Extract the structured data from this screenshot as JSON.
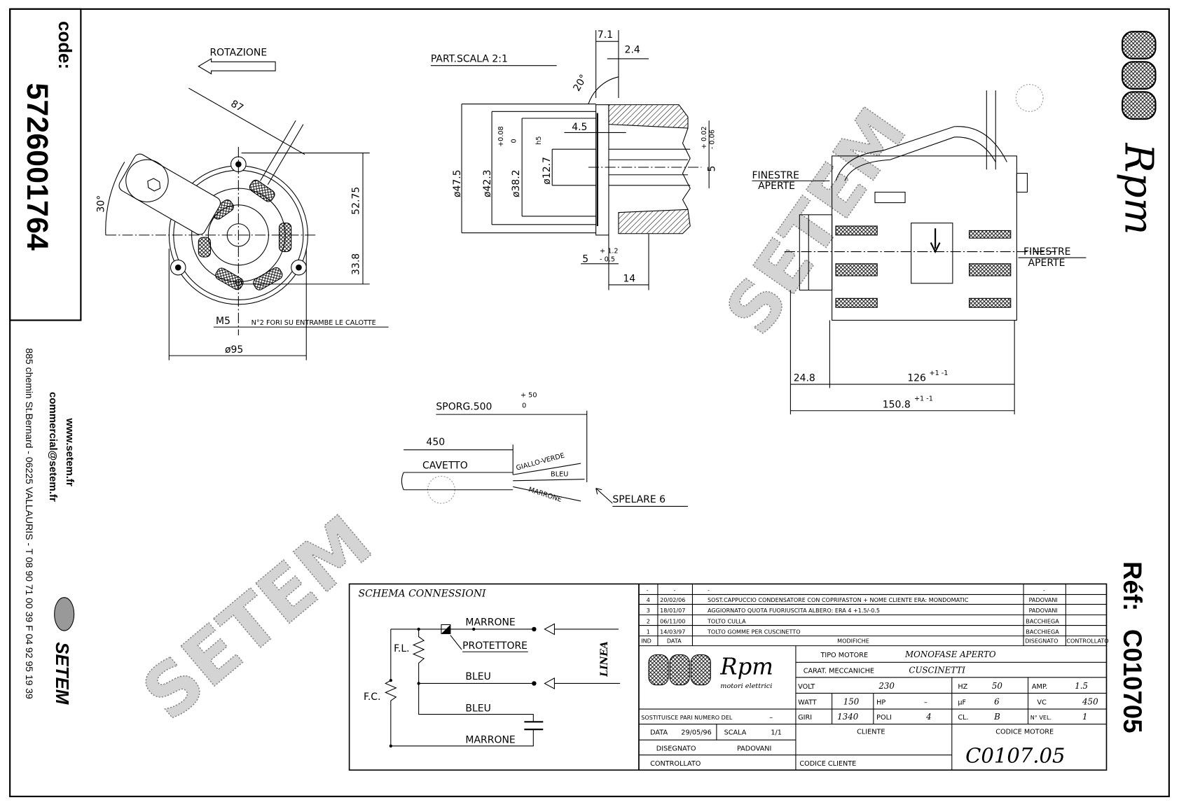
{
  "code_box": {
    "label": "code:",
    "value": "5726001764"
  },
  "contact": {
    "website": "www.setem.fr",
    "email": "commercial@setem.fr",
    "address": "885 chemin St.Bernard  -  06225 VALLAURIS  -  T 08 90 71 00 39   F 04 92 95 19 39"
  },
  "brand": {
    "setem": "SETEM",
    "rpm": "Rpm",
    "rpm_sub": "motori elettrici",
    "watermark": "SETEM"
  },
  "reference": {
    "label": "Réf:",
    "value": "C010705"
  },
  "front_view": {
    "rotation": "ROTAZIONE",
    "dim_87": "87",
    "angle_30": "30°",
    "dim_52_75": "52.75",
    "dim_33_8": "33.8",
    "diameter_95": "ø95",
    "thread": "M5",
    "note": "N°2 FORI SU ENTRAMBE LE CALOTTE"
  },
  "detail": {
    "title": "PART.SCALA 2:1",
    "dim_7_1": "7.1",
    "dim_2_4": "2.4",
    "angle_20": "20°",
    "dim_4_5": "4.5",
    "d47_5": "ø47.5",
    "d42_3": "ø42.3",
    "d38_2": "ø38.2",
    "d38_tol_plus": "+0.08",
    "d38_tol_minus": "0",
    "d12_7": "ø12.7",
    "d12_fit": "h5",
    "tol_plus_002": "+ 0.02",
    "tol_minus_006": "- 0.06",
    "dim_5_key": "5",
    "dim_5": "5",
    "tol_plus_1_2": "+ 1.2",
    "tol_minus_0_5": "- 0.5",
    "dim_14": "14"
  },
  "side_view": {
    "windows_left_1": "FINESTRE",
    "windows_left_2": "APERTE",
    "windows_right_1": "FINESTRE",
    "windows_right_2": "APERTE",
    "dim_24_8": "24.8",
    "dim_126": "126",
    "dim_126_tol": "+1 -1",
    "dim_150_8": "150.8",
    "dim_150_8_tol": "+1 -1"
  },
  "cable": {
    "sporg": "SPORG.500",
    "sporg_tol_plus": "+ 50",
    "sporg_tol_minus": "0",
    "length": "450",
    "cable": "CAVETTO",
    "wire_gv": "GIALLO-VERDE",
    "wire_blue": "BLEU",
    "wire_brown": "MARRONE",
    "strip": "SPELARE 6"
  },
  "schema": {
    "title": "SCHEMA CONNESSIONI",
    "marrone_top": "MARRONE",
    "protettore": "PROTETTORE",
    "bleu_mid": "BLEU",
    "bleu_low": "BLEU",
    "marrone_bottom": "MARRONE",
    "fl": "F.L.",
    "fc": "F.C.",
    "linea": "LINEA"
  },
  "title_block": {
    "modifications": [
      {
        "ind": "-",
        "date": "-",
        "text": "-",
        "drawn": "-",
        "checked": ""
      },
      {
        "ind": "4",
        "date": "20/02/06",
        "text": "SOST.CAPPUCCIO CONDENSATORE CON COPRIFASTON + NOME CLIENTE ERA: MONDOMATIC",
        "drawn": "PADOVANI",
        "checked": ""
      },
      {
        "ind": "3",
        "date": "18/01/07",
        "text": "AGGIORNATO QUOTA FUORIUSCITA ALBERO: ERA 4 +1.5/-0.5",
        "drawn": "PADOVANI",
        "checked": ""
      },
      {
        "ind": "2",
        "date": "06/11/00",
        "text": "TOLTO CULLA",
        "drawn": "BACCHIEGA",
        "checked": ""
      },
      {
        "ind": "1",
        "date": "14/03/97",
        "text": "TOLTO GOMME PER CUSCINETTO",
        "drawn": "BACCHIEGA",
        "checked": ""
      }
    ],
    "headers": {
      "ind": "IND",
      "date": "DATA",
      "text": "MODIFICHE",
      "drawn": "DISEGNATO",
      "checked": "CONTROLLATO"
    },
    "tipo_motore_label": "TIPO MOTORE",
    "tipo_motore": "MONOFASE APERTO",
    "carat_label": "CARAT. MECCANICHE",
    "carat": "CUSCINETTI",
    "volt_label": "VOLT",
    "volt": "230",
    "hz_label": "HZ",
    "hz": "50",
    "amp_label": "AMP.",
    "amp": "1.5",
    "watt_label": "WATT",
    "watt": "150",
    "hp_label": "HP",
    "hp": "–",
    "uf_label": "µF",
    "uf": "6",
    "vc_label": "VC",
    "vc": "450",
    "giri_label": "GIRI",
    "giri": "1340",
    "poli_label": "POLI",
    "poli": "4",
    "cl_label": "CL.",
    "cl": "B",
    "vel_label": "N° VEL.",
    "vel": "1",
    "sostituisce_label": "SOSTITUISCE PARI NUMERO DEL",
    "sostituisce": "–",
    "data_label": "DATA",
    "data": "29/05/96",
    "scala_label": "SCALA",
    "scala": "1/1",
    "disegnato_label": "DISEGNATO",
    "disegnato": "PADOVANI",
    "controllato_label": "CONTROLLATO",
    "cliente_label": "CLIENTE",
    "codice_cliente_label": "CODICE CLIENTE",
    "codice_motore_label": "CODICE MOTORE",
    "codice_motore": "C0107.05"
  }
}
